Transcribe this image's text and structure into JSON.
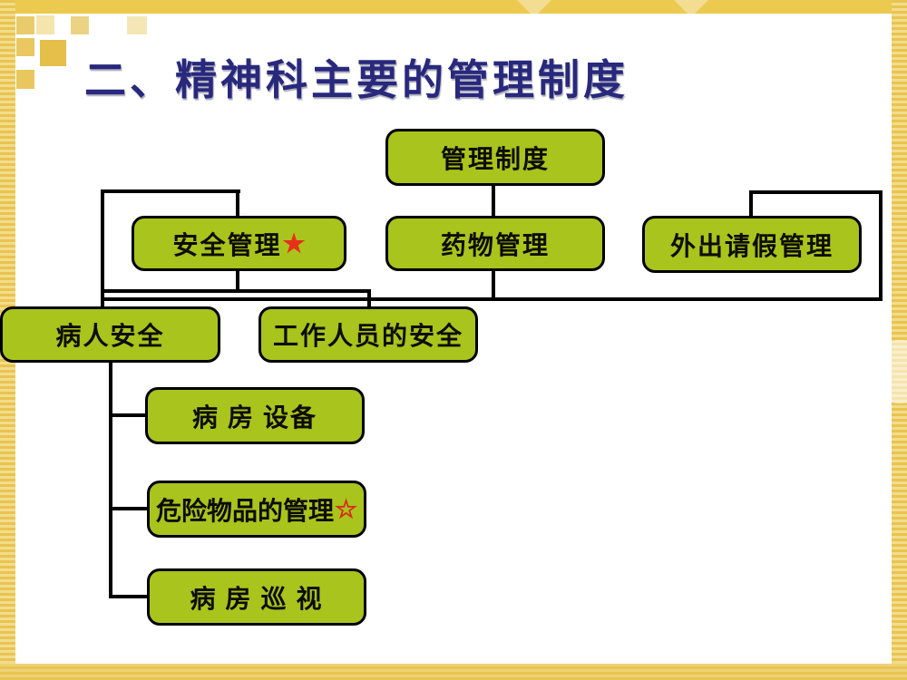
{
  "title": "二、精神科主要的管理制度",
  "nodes": {
    "root": {
      "label": "管理制度"
    },
    "safety": {
      "label": "安全管理",
      "star": "★"
    },
    "drug": {
      "label": "药物管理"
    },
    "leave": {
      "label": "外出请假管理"
    },
    "patient": {
      "label": "病人安全"
    },
    "staff": {
      "label": "工作人员的安全"
    },
    "equipment": {
      "label": "病 房 设备"
    },
    "dangerous": {
      "label": "危险物品的管理",
      "star": "☆"
    },
    "inspection": {
      "label": "病 房 巡 视"
    }
  },
  "colors": {
    "box_fill": "#a9c41c",
    "box_border": "#000000",
    "title_text": "#28287d",
    "solid_star": "#e53119",
    "outline_star": "#d92b1a",
    "frame_gold": "#ecc94f",
    "connector": "#000000",
    "background": "#ffffff"
  }
}
